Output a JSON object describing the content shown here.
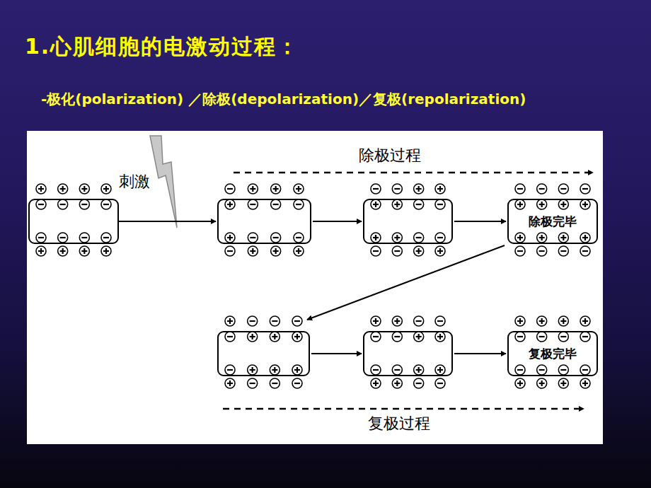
{
  "diagram": {
    "title": "1.心肌细胞的电激动过程：",
    "nodes": [
      {
        "text": [
          "除极完毕"
        ]
      },
      {
        "text": [
          "复极完毕"
        ]
      }
    ],
    "labels": [
      "-极化(polarization) ／除极(depolarization)／复极(repolarization)",
      "刺激",
      "除极过程",
      "复极过程"
    ]
  }
}
